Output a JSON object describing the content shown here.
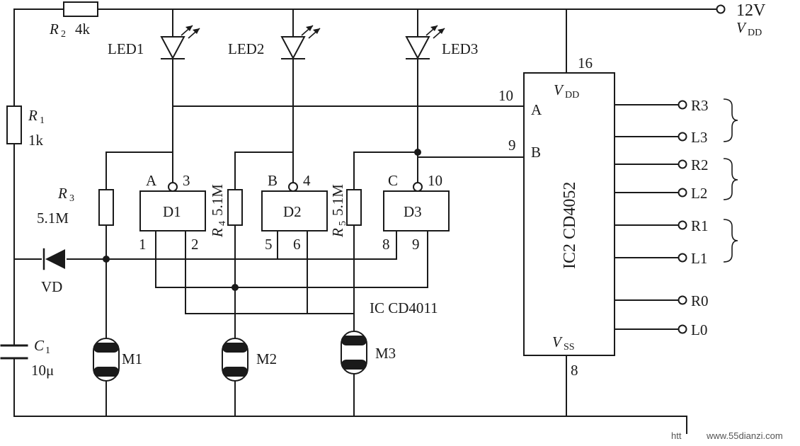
{
  "supply": {
    "voltage": "12V",
    "rail": "V",
    "rail_sub": "DD"
  },
  "resistors": {
    "r1": {
      "name": "R",
      "sub": "1",
      "value": "1k"
    },
    "r2": {
      "name": "R",
      "sub": "2",
      "value": "4k"
    },
    "r3": {
      "name": "R",
      "sub": "3",
      "value": "5.1M"
    },
    "r4": {
      "name": "R",
      "sub": "4",
      "value": "5.1M"
    },
    "r5": {
      "name": "R",
      "sub": "5",
      "value": "5.1M"
    }
  },
  "capacitor": {
    "name": "C",
    "sub": "1",
    "value": "10μ"
  },
  "diode": {
    "name": "VD"
  },
  "leds": [
    "LED1",
    "LED2",
    "LED3"
  ],
  "gates": [
    {
      "name": "D1",
      "in_label": "A",
      "out_pin": "3",
      "pin_a": "1",
      "pin_b": "2"
    },
    {
      "name": "D2",
      "in_label": "B",
      "out_pin": "4",
      "pin_a": "5",
      "pin_b": "6"
    },
    {
      "name": "D3",
      "in_label": "C",
      "out_pin": "10",
      "pin_a": "8",
      "pin_b": "9"
    }
  ],
  "ic1": {
    "label": "IC CD4011"
  },
  "ic2": {
    "label": "IC2 CD4052",
    "vdd": "V",
    "vdd_sub": "DD",
    "vdd_pin": "16",
    "vss": "V",
    "vss_sub": "SS",
    "vss_pin": "8",
    "pin_a_name": "A",
    "pin_a_num": "10",
    "pin_b_name": "B",
    "pin_b_num": "9",
    "outputs": [
      "R3",
      "L3",
      "R2",
      "L2",
      "R1",
      "L1",
      "R0",
      "L0"
    ]
  },
  "sensors": [
    "M1",
    "M2",
    "M3"
  ],
  "watermark": {
    "prefix": "htt",
    "url": "www.55dianzi.com"
  }
}
